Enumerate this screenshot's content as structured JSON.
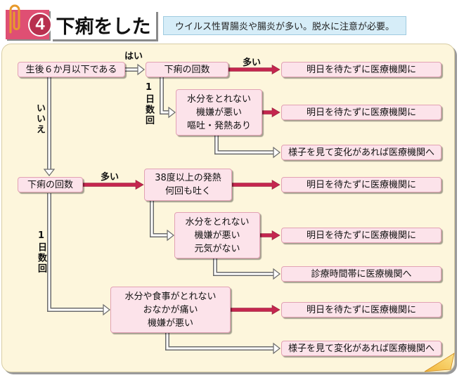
{
  "header": {
    "icon": "paperclip-icon",
    "section_number": "4",
    "title": "下痢をした",
    "note": "ウイルス性胃腸炎や腸炎が多い。脱水に注意が必要。"
  },
  "nodes": {
    "age_check": "生後６か月以下である",
    "infant_frequency": "下痢の回数",
    "infant_many_result": "明日を待たずに医療機関に",
    "infant_symptoms": [
      "水分をとれない",
      "機嫌が悪い",
      "嘔吐・発熱あり"
    ],
    "infant_symptoms_result": "明日を待たずに医療機関に",
    "infant_observe_result": "様子を見て変化があれば医療機関へ",
    "older_frequency": "下痢の回数",
    "older_many_symptoms": [
      "38度以上の発熱",
      "何回も吐く"
    ],
    "older_many_result": "明日を待たずに医療機関に",
    "older_many_other_symptoms": [
      "水分をとれない",
      "機嫌が悪い",
      "元気がない"
    ],
    "older_many_other_result": "明日を待たずに医療機関に",
    "older_many_clinic_result": "診療時間帯に医療機関へ",
    "older_few_symptoms": [
      "水分や食事がとれない",
      "おなかが痛い",
      "機嫌が悪い"
    ],
    "older_few_result": "明日を待たずに医療機関に",
    "older_few_observe_result": "様子を見て変化があれば医療機関へ"
  },
  "edge_labels": {
    "yes": "はい",
    "no": "いいえ",
    "many_1": "多い",
    "few_1": "1日数回",
    "many_2": "多い",
    "few_2": "1日数回"
  },
  "colors": {
    "panel": "#fdf6dc",
    "box_fill": "#fce3ea",
    "box_border": "#e2a2b4",
    "accent": "#c4264e",
    "note_fill": "#d6edf8",
    "badge": "#df4f73"
  }
}
